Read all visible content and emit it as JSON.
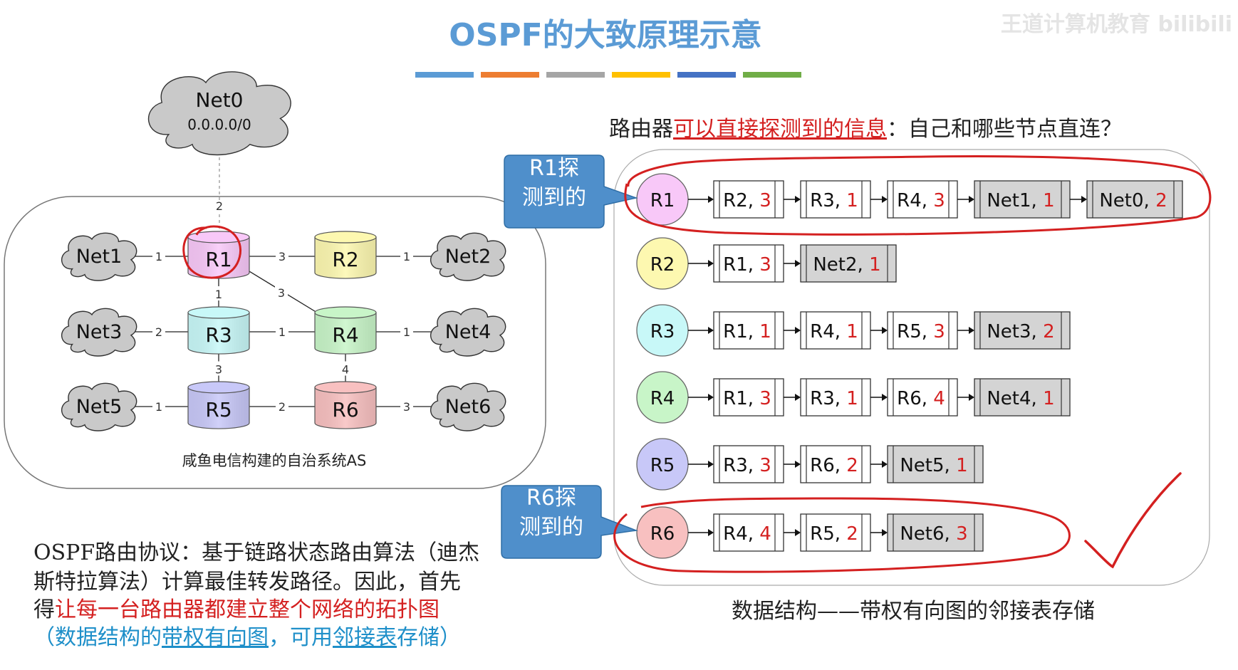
{
  "title": "OSPF的大致原理示意",
  "watermark": "王道计算机教育 bilibili",
  "title_bar_colors": [
    "#5b9bd5",
    "#ed7d31",
    "#a5a5a5",
    "#ffc000",
    "#4472c4",
    "#70ad47"
  ],
  "network": {
    "net0_name": "Net0",
    "net0_addr": "0.0.0.0/0",
    "net0_link_cost": "2",
    "as_caption": "咸鱼电信构建的自治系统AS",
    "routers": [
      {
        "name": "R1",
        "color": "#f8c8f8"
      },
      {
        "name": "R2",
        "color": "#fdf8b0"
      },
      {
        "name": "R3",
        "color": "#c8f8f8"
      },
      {
        "name": "R4",
        "color": "#c8f5c8"
      },
      {
        "name": "R5",
        "color": "#c8c8f8"
      },
      {
        "name": "R6",
        "color": "#f8c0c0"
      }
    ],
    "nets": [
      "Net1",
      "Net2",
      "Net3",
      "Net4",
      "Net5",
      "Net6"
    ],
    "links": [
      {
        "a": "Net1",
        "b": "R1",
        "cost": "1"
      },
      {
        "a": "R1",
        "b": "R2",
        "cost": "3"
      },
      {
        "a": "R2",
        "b": "Net2",
        "cost": "1"
      },
      {
        "a": "R1",
        "b": "R3",
        "cost": "1"
      },
      {
        "a": "R1",
        "b": "R4",
        "cost": "3"
      },
      {
        "a": "Net3",
        "b": "R3",
        "cost": "2"
      },
      {
        "a": "R3",
        "b": "R4",
        "cost": "1"
      },
      {
        "a": "R4",
        "b": "Net4",
        "cost": "1"
      },
      {
        "a": "R3",
        "b": "R5",
        "cost": "3"
      },
      {
        "a": "R4",
        "b": "R6",
        "cost": "4"
      },
      {
        "a": "Net5",
        "b": "R5",
        "cost": "1"
      },
      {
        "a": "R5",
        "b": "R6",
        "cost": "2"
      },
      {
        "a": "R6",
        "b": "Net6",
        "cost": "3"
      }
    ]
  },
  "adjacency": {
    "heading_prefix": "路由器",
    "heading_highlight": "可以直接探测到的信息",
    "heading_suffix": "：自己和哪些节点直连？",
    "callout_r1_line1": "R1探",
    "callout_r1_line2": "测到的",
    "callout_r6_line1": "R6探",
    "callout_r6_line2": "测到的",
    "callout_color": "#4f8fcb",
    "caption": "数据结构——带权有向图的邻接表存储",
    "rows": [
      {
        "router": "R1",
        "color": "#f8c8f8",
        "entries": [
          {
            "node": "R2",
            "cost": "3",
            "net": false
          },
          {
            "node": "R3",
            "cost": "1",
            "net": false
          },
          {
            "node": "R4",
            "cost": "3",
            "net": false
          },
          {
            "node": "Net1",
            "cost": "1",
            "net": true
          },
          {
            "node": "Net0",
            "cost": "2",
            "net": true
          }
        ]
      },
      {
        "router": "R2",
        "color": "#fdf8b0",
        "entries": [
          {
            "node": "R1",
            "cost": "3",
            "net": false
          },
          {
            "node": "Net2",
            "cost": "1",
            "net": true
          }
        ]
      },
      {
        "router": "R3",
        "color": "#c8f8f8",
        "entries": [
          {
            "node": "R1",
            "cost": "1",
            "net": false
          },
          {
            "node": "R4",
            "cost": "1",
            "net": false
          },
          {
            "node": "R5",
            "cost": "3",
            "net": false
          },
          {
            "node": "Net3",
            "cost": "2",
            "net": true
          }
        ]
      },
      {
        "router": "R4",
        "color": "#c8f5c8",
        "entries": [
          {
            "node": "R1",
            "cost": "3",
            "net": false
          },
          {
            "node": "R3",
            "cost": "1",
            "net": false
          },
          {
            "node": "R6",
            "cost": "4",
            "net": false
          },
          {
            "node": "Net4",
            "cost": "1",
            "net": true
          }
        ]
      },
      {
        "router": "R5",
        "color": "#c8c8f8",
        "entries": [
          {
            "node": "R3",
            "cost": "3",
            "net": false
          },
          {
            "node": "R6",
            "cost": "2",
            "net": false
          },
          {
            "node": "Net5",
            "cost": "1",
            "net": true
          }
        ]
      },
      {
        "router": "R6",
        "color": "#f8c0c0",
        "entries": [
          {
            "node": "R4",
            "cost": "4",
            "net": false
          },
          {
            "node": "R5",
            "cost": "2",
            "net": false
          },
          {
            "node": "Net6",
            "cost": "3",
            "net": true
          }
        ]
      }
    ]
  },
  "explanation": {
    "line1": "OSPF路由协议：基于链路状态路由算法（迪杰",
    "line2": "斯特拉算法）计算最佳转发路径。因此，首先",
    "line3_prefix": "得",
    "line3_red": "让每一台路由器都建立整个网络的拓扑图",
    "line4_open": "（数据结构的",
    "line4_link1": "带权有向图",
    "line4_mid": "，可用",
    "line4_link2": "邻接表",
    "line4_close": "存储）"
  }
}
